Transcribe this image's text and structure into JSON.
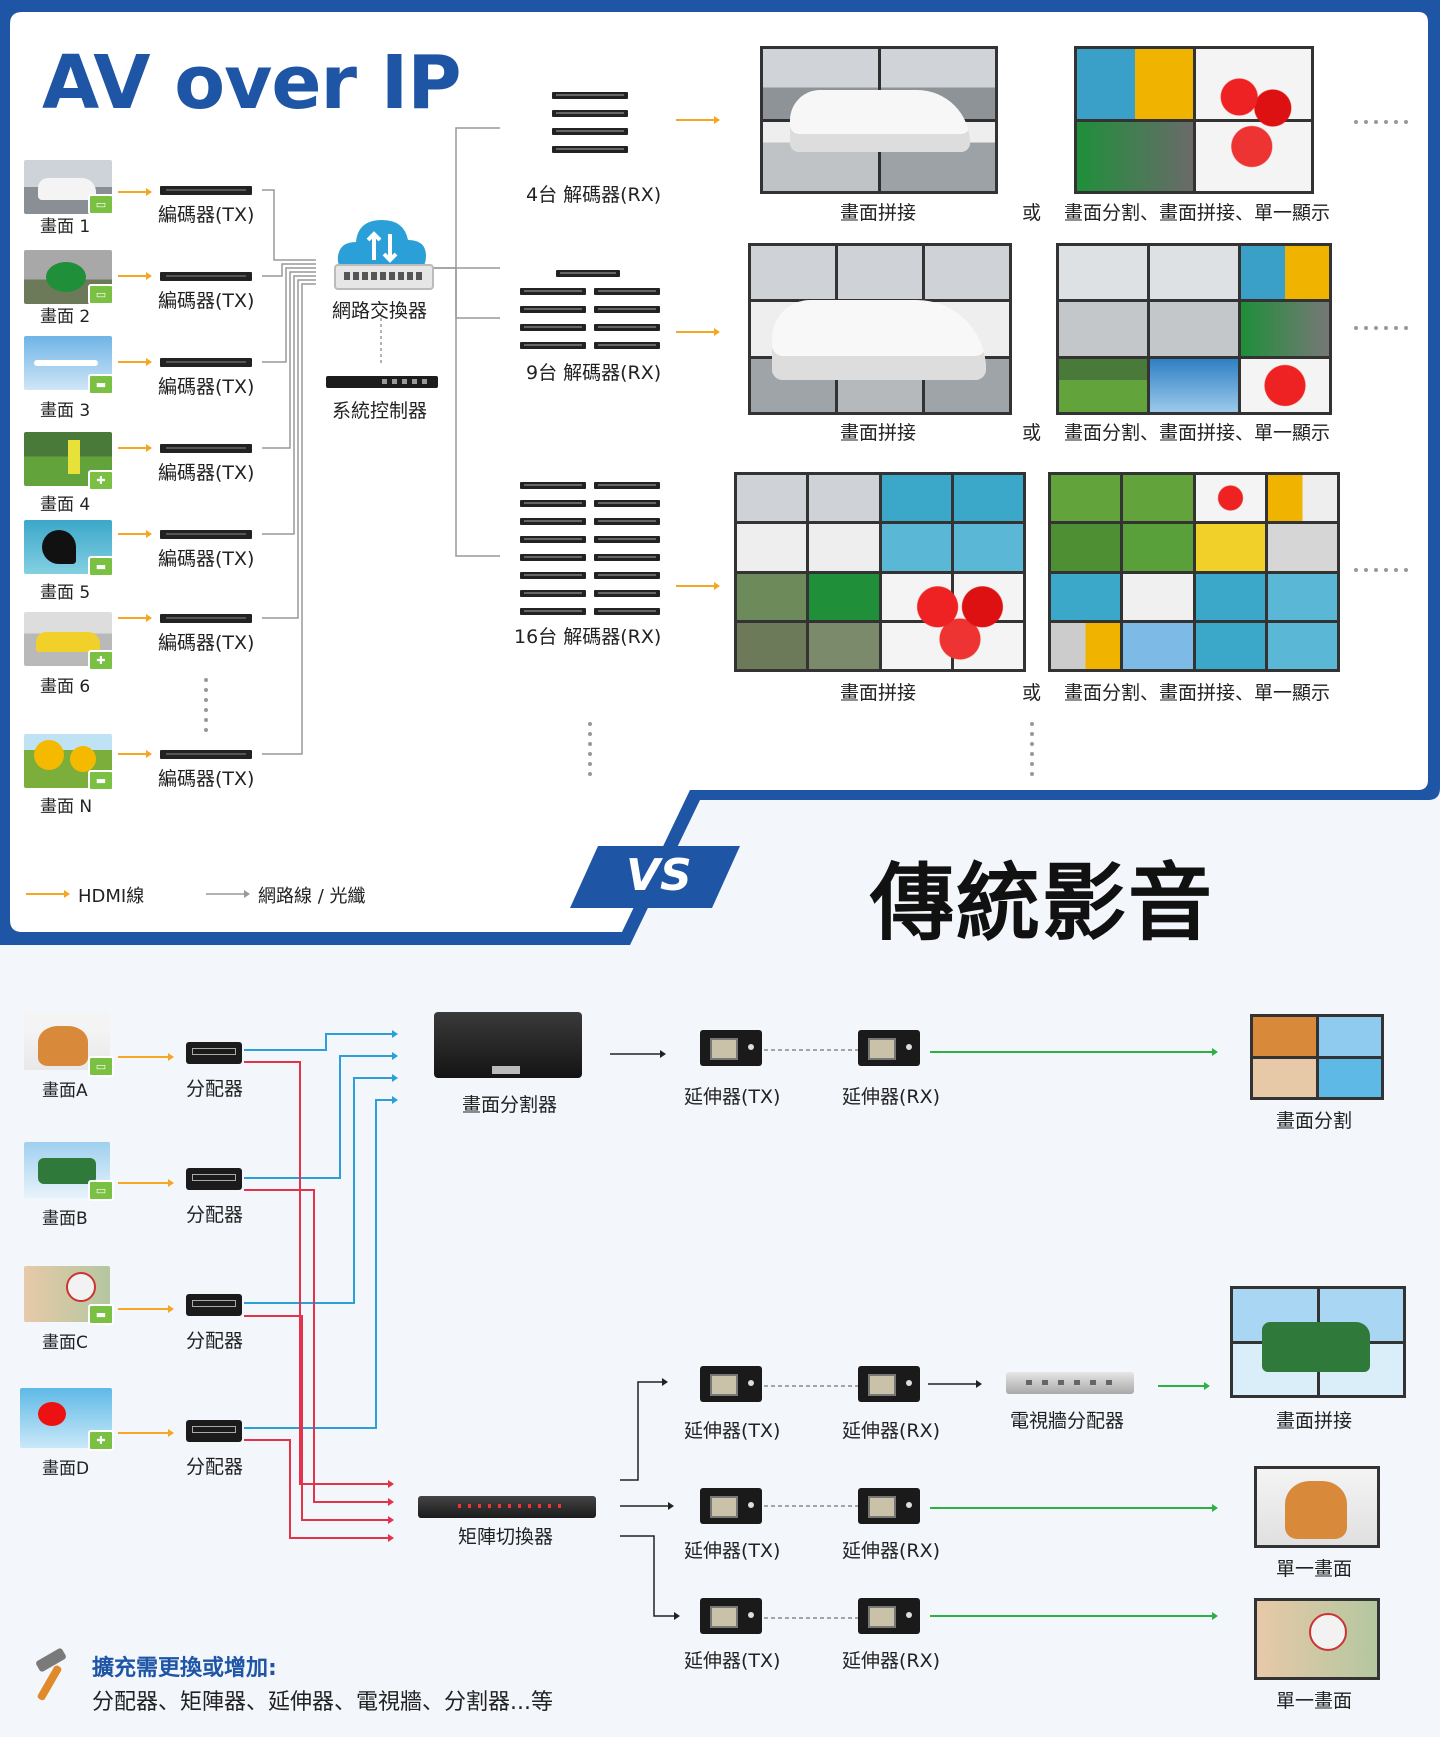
{
  "top": {
    "title": "AV over IP",
    "sources": [
      "畫面 1",
      "畫面 2",
      "畫面 3",
      "畫面 4",
      "畫面 5",
      "畫面 6",
      "畫面 N"
    ],
    "encoder_label": "編碼器(TX)",
    "switch_label": "網路交換器",
    "controller_label": "系統控制器",
    "decoders": [
      "4台 解碼器(RX)",
      "9台 解碼器(RX)",
      "16台 解碼器(RX)"
    ],
    "wall_stitch": "畫面拼接",
    "or": "或",
    "wall_modes": "畫面分割、畫面拼接、單一顯示",
    "legend": {
      "hdmi": "HDMI線",
      "net": "網路線 / 光纖"
    }
  },
  "vs": {
    "badge": "VS",
    "title": "傳統影音"
  },
  "bottom": {
    "sources": [
      "畫面A",
      "畫面B",
      "畫面C",
      "畫面D"
    ],
    "splitter": "分配器",
    "multiviewer": "畫面分割器",
    "matrix": "矩陣切換器",
    "ext_tx": "延伸器(TX)",
    "ext_rx": "延伸器(RX)",
    "wall_splitter": "電視牆分配器",
    "out_split": "畫面分割",
    "out_stitch": "畫面拼接",
    "out_single": "單一畫面",
    "note_title": "擴充需更換或增加:",
    "note_body": "分配器、矩陣器、延伸器、電視牆、分割器...等"
  },
  "colors": {
    "blue": "#1f55a5",
    "hdmi": "#f5a623",
    "net": "#999999",
    "red": "#e2334a",
    "cyan": "#2a9fd8",
    "green": "#2eb045"
  }
}
